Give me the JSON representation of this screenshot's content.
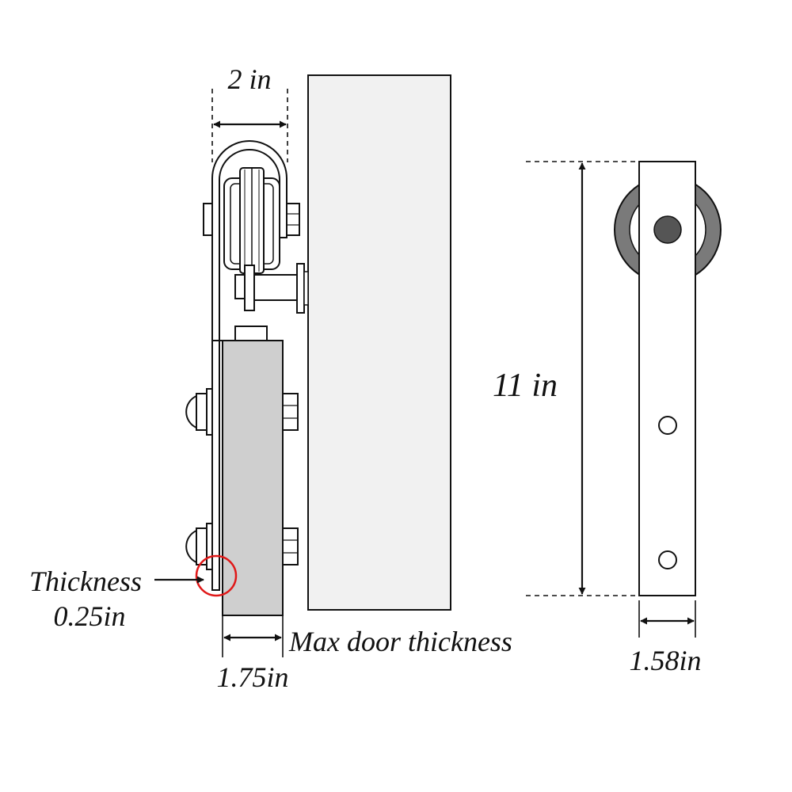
{
  "labels": {
    "top_width": "2 in",
    "height": "11 in",
    "thickness_title": "Thickness",
    "thickness_value": "0.25in",
    "max_door": "Max door thickness",
    "door_width": "1.75in",
    "strap_width": "1.58in"
  },
  "colors": {
    "line": "#111111",
    "door_panel": "#f1f1f1",
    "door_block": "#cfcfcf",
    "roller_wheel": "#7a7a7a",
    "wheel_hub": "#555555",
    "highlight_circle": "#e01818"
  }
}
